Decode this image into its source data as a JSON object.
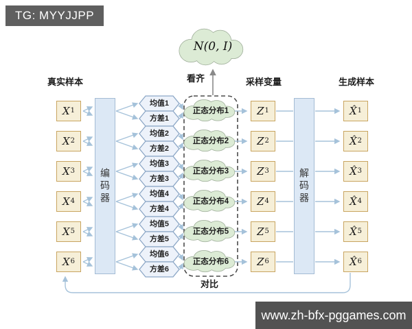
{
  "badge": {
    "label": "TG: MYYJJPP"
  },
  "watermark": {
    "label": "www.zh-bfx-pggames.com"
  },
  "diagram": {
    "prior_label": "N(0, I)",
    "align_label": "看齐",
    "compare_label": "对比",
    "headers": {
      "real_samples": "真实样本",
      "sampled_vars": "采样变量",
      "generated_samples": "生成样本"
    },
    "encoder_label": "编码器",
    "decoder_label": "解码器",
    "rows": [
      {
        "x": "X",
        "x_sub": "1",
        "mean": "均值1",
        "variance": "方差1",
        "dist": "正态分布1",
        "z": "Z",
        "z_sub": "1",
        "xhat": "X̂",
        "xhat_sub": "1"
      },
      {
        "x": "X",
        "x_sub": "2",
        "mean": "均值2",
        "variance": "方差2",
        "dist": "正态分布2",
        "z": "Z",
        "z_sub": "2",
        "xhat": "X̂",
        "xhat_sub": "2"
      },
      {
        "x": "X",
        "x_sub": "3",
        "mean": "均值3",
        "variance": "方差3",
        "dist": "正态分布3",
        "z": "Z",
        "z_sub": "3",
        "xhat": "X̂",
        "xhat_sub": "3"
      },
      {
        "x": "X",
        "x_sub": "4",
        "mean": "均值4",
        "variance": "方差4",
        "dist": "正态分布4",
        "z": "Z",
        "z_sub": "4",
        "xhat": "X̂",
        "xhat_sub": "4"
      },
      {
        "x": "X",
        "x_sub": "5",
        "mean": "均值5",
        "variance": "方差5",
        "dist": "正态分布5",
        "z": "Z",
        "z_sub": "5",
        "xhat": "X̂",
        "xhat_sub": "5"
      },
      {
        "x": "X",
        "x_sub": "6",
        "mean": "均值6",
        "variance": "方差6",
        "dist": "正态分布6",
        "z": "Z",
        "z_sub": "6",
        "xhat": "X̂",
        "xhat_sub": "6"
      }
    ],
    "colors": {
      "box_fill": "#f6efd8",
      "box_border": "#c8a45f",
      "coder_fill": "#dce8f5",
      "coder_border": "#a3bbd4",
      "hex_fill": "#edf2fa",
      "hex_border": "#8ca7c6",
      "cloud_fill": "#dcebd5",
      "cloud_border": "#9cab97",
      "arrow": "#a5c2da",
      "badge_bg": "#5f5f5f",
      "watermark_bg": "#525252"
    }
  }
}
